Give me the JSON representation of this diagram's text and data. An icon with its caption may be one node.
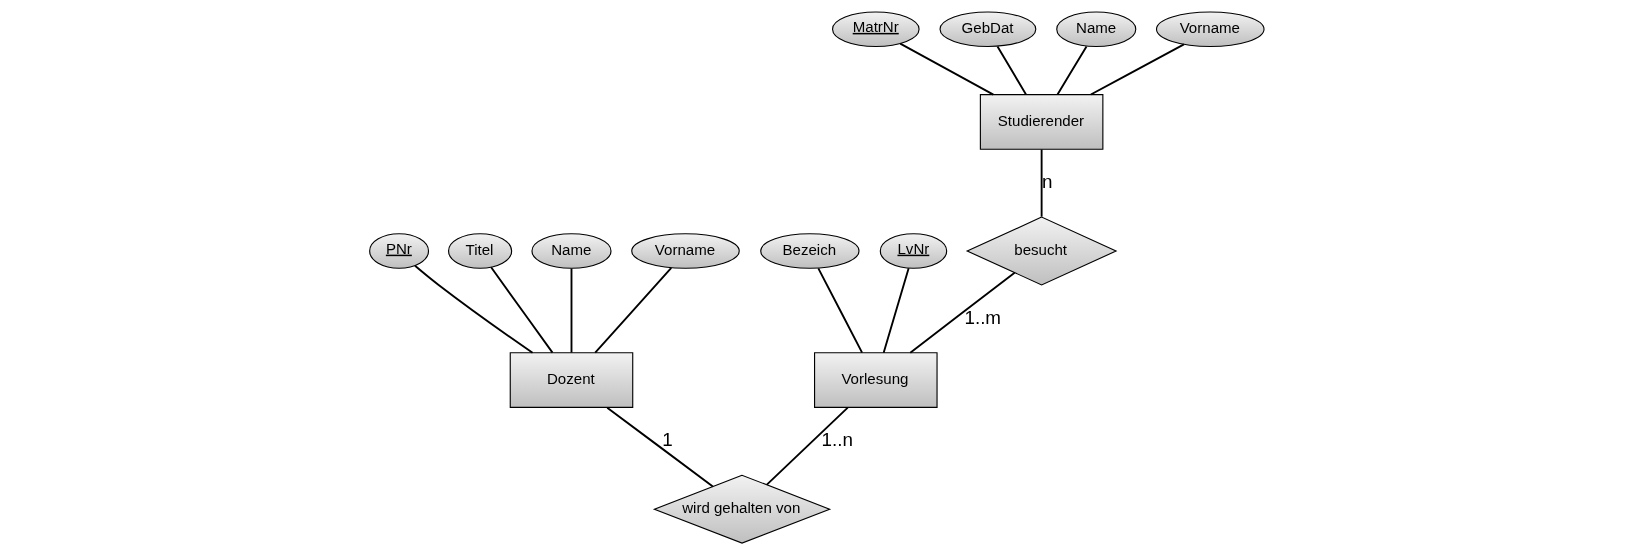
{
  "diagram": {
    "nodes": [
      {
        "text": [
          "Studierender"
        ]
      },
      {
        "text": [
          "MatrNr"
        ]
      },
      {
        "text": [
          "GebDat"
        ]
      },
      {
        "text": [
          "Name"
        ]
      },
      {
        "text": [
          "Vorname"
        ]
      },
      {
        "text": [
          "Dozent"
        ]
      },
      {
        "text": [
          "PNr"
        ]
      },
      {
        "text": [
          "Titel"
        ]
      },
      {
        "text": [
          "Name"
        ]
      },
      {
        "text": [
          "Vorname"
        ]
      },
      {
        "text": [
          "besucht"
        ]
      },
      {
        "text": [
          "Vorlesung"
        ]
      },
      {
        "text": [
          "Bezeich"
        ]
      },
      {
        "text": [
          "LvNr"
        ]
      },
      {
        "text": [
          "wird gehalten von"
        ]
      }
    ],
    "edges": [
      {
        "from": 1,
        "to": 0,
        "arrow": "none"
      },
      {
        "from": 2,
        "to": 0,
        "arrow": "none"
      },
      {
        "from": 3,
        "to": 0,
        "arrow": "none"
      },
      {
        "from": 4,
        "to": 0,
        "arrow": "none"
      },
      {
        "from": 6,
        "to": 5,
        "arrow": "none"
      },
      {
        "from": 7,
        "to": 5,
        "arrow": "none"
      },
      {
        "from": 8,
        "to": 5,
        "arrow": "none"
      },
      {
        "from": 9,
        "to": 5,
        "arrow": "none"
      },
      {
        "from": 0,
        "to": 10,
        "arrow": "none",
        "label": "n"
      },
      {
        "from": 10,
        "to": 11,
        "arrow": "none",
        "label": "1..m"
      },
      {
        "from": 12,
        "to": 11,
        "arrow": "none"
      },
      {
        "from": 13,
        "to": 11,
        "arrow": "none"
      },
      {
        "from": 11,
        "to": 14,
        "arrow": "none",
        "label": "1..n"
      },
      {
        "from": 5,
        "to": 14,
        "arrow": "none",
        "label": "1"
      }
    ]
  }
}
